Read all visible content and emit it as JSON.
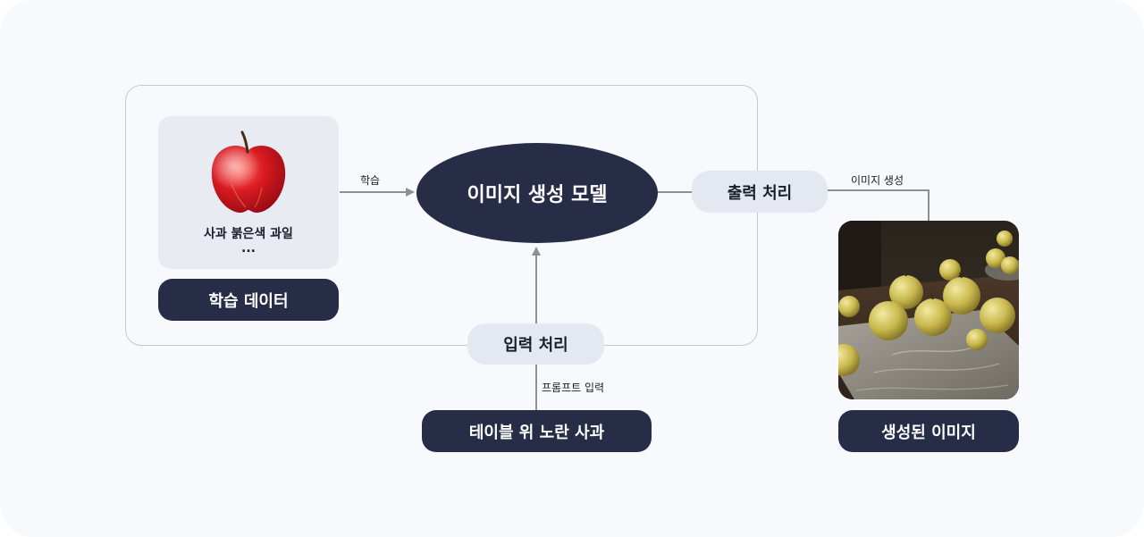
{
  "nodes": {
    "model": "이미지 생성 모델",
    "training_data": "학습 데이터",
    "training_caption": "사과 붉은색 과일",
    "training_caption_more": "...",
    "input_processing": "입력 처리",
    "output_processing": "출력 처리",
    "prompt": "테이블 위 노란 사과",
    "generated_image": "생성된 이미지"
  },
  "edges": {
    "train": "학습",
    "prompt_input": "프롬프트 입력",
    "image_generation": "이미지 생성"
  },
  "colors": {
    "dark_node": "#272c47",
    "light_node": "#e4e8f0",
    "connector": "#8a8f98",
    "background": "#f8f9fc"
  }
}
